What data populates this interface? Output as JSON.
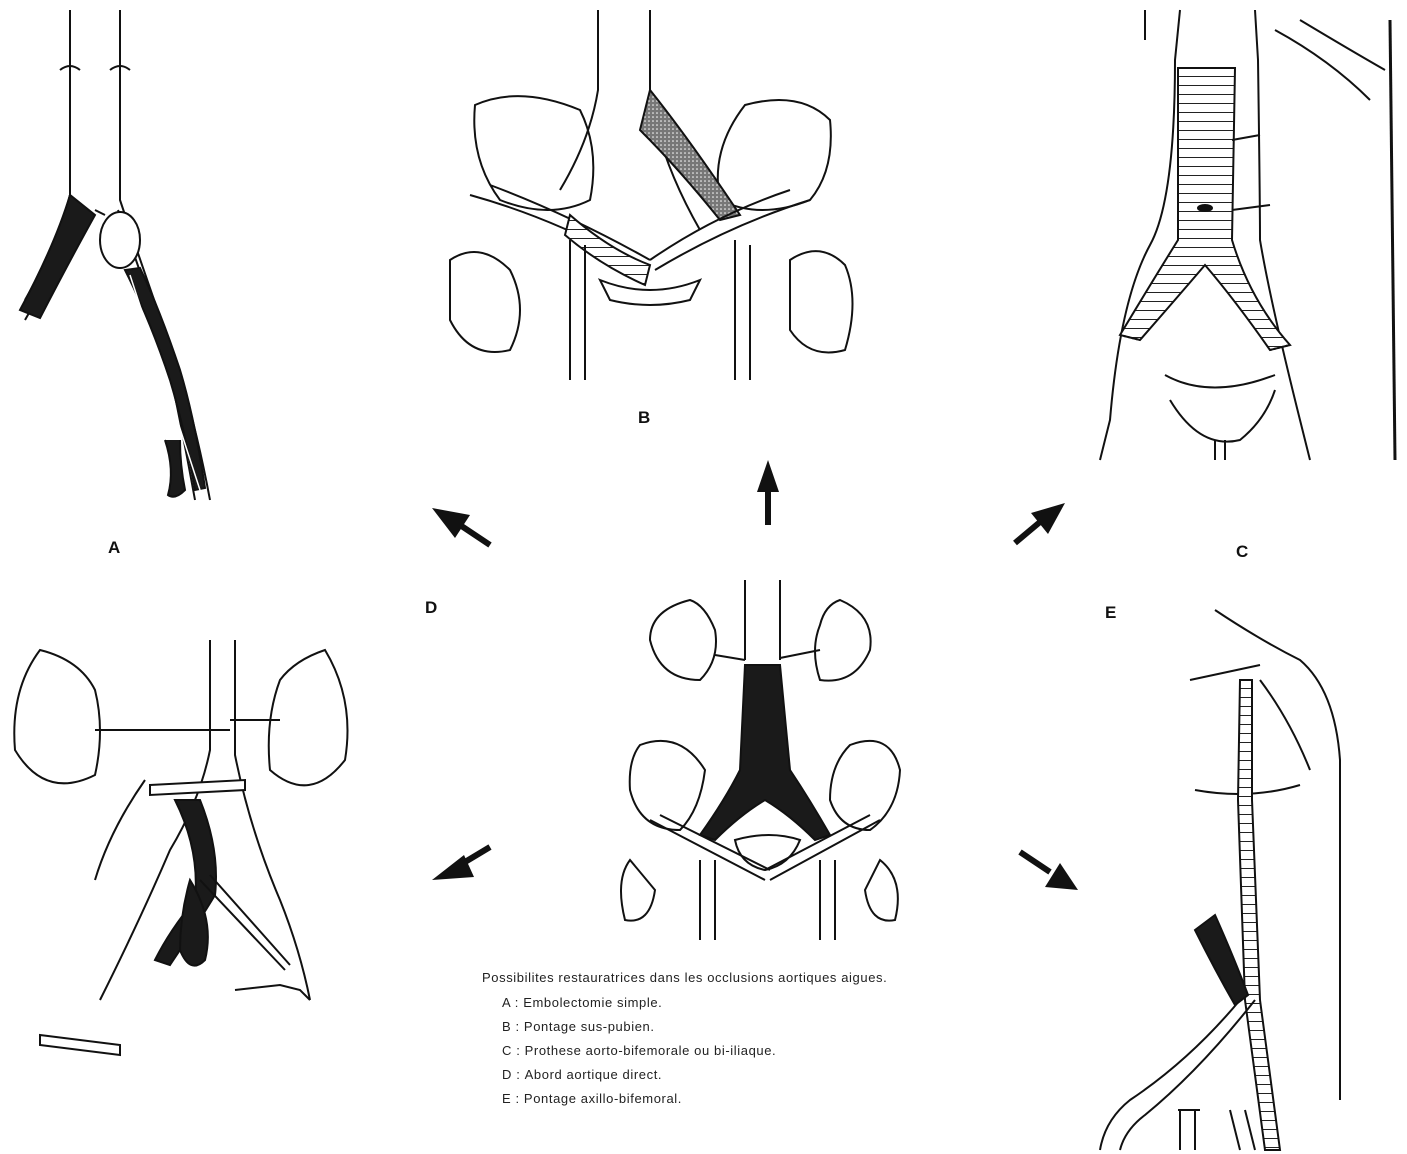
{
  "panels": {
    "a": {
      "label": "A"
    },
    "b": {
      "label": "B"
    },
    "c": {
      "label": "C"
    },
    "d": {
      "label": "D"
    },
    "e": {
      "label": "E"
    }
  },
  "caption": {
    "title": "Possibilites restauratrices dans les occlusions aortiques aigues.",
    "items": [
      {
        "key": "A :",
        "text": "Embolectomie simple."
      },
      {
        "key": "B :",
        "text": "Pontage sus-pubien."
      },
      {
        "key": "C :",
        "text": "Prothese aorto-bifemorale ou bi-iliaque."
      },
      {
        "key": "D :",
        "text": "Abord aortique direct."
      },
      {
        "key": "E :",
        "text": "Pontage axillo-bifemoral."
      }
    ]
  },
  "colors": {
    "ink": "#111111",
    "fill": "#1a1a1a",
    "background": "#ffffff"
  }
}
